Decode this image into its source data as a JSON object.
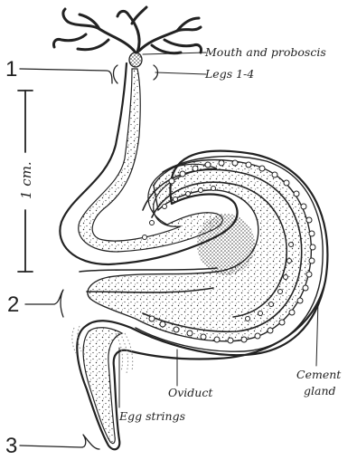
{
  "figure": {
    "labels": {
      "mouth": "Mouth and proboscis",
      "legs": "Legs 1-4",
      "cement": "Cement",
      "gland": "gland",
      "oviduct": "Oviduct",
      "egg_strings": "Egg strings"
    },
    "markers": {
      "one": "1",
      "two": "2",
      "three": "3"
    },
    "scale": "1 cm."
  }
}
